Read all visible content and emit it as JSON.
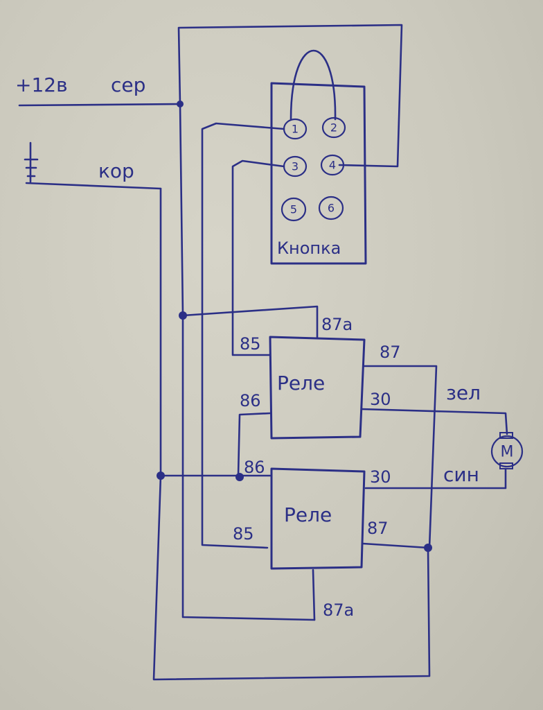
{
  "inputs": {
    "power": {
      "label": "+12в",
      "wire_color": "сер"
    },
    "ground": {
      "symbol": "⏚",
      "wire_color": "кор"
    }
  },
  "button_block": {
    "label": "Кнопка",
    "pins": [
      "1",
      "2",
      "3",
      "4",
      "5",
      "6"
    ]
  },
  "relay_top": {
    "label": "Реле",
    "pins": {
      "p85": "85",
      "p86": "86",
      "p87": "87",
      "p87a": "87а",
      "p30": "30"
    }
  },
  "relay_bottom": {
    "label": "Реле",
    "pins": {
      "p85": "85",
      "p86": "86",
      "p87": "87",
      "p87a": "87а",
      "p30": "30"
    }
  },
  "motor": {
    "label": "М",
    "wire_top": "зел",
    "wire_bottom": "син"
  },
  "colors": {
    "ink": "#2b2f86",
    "paper": "#cfcdc1"
  }
}
